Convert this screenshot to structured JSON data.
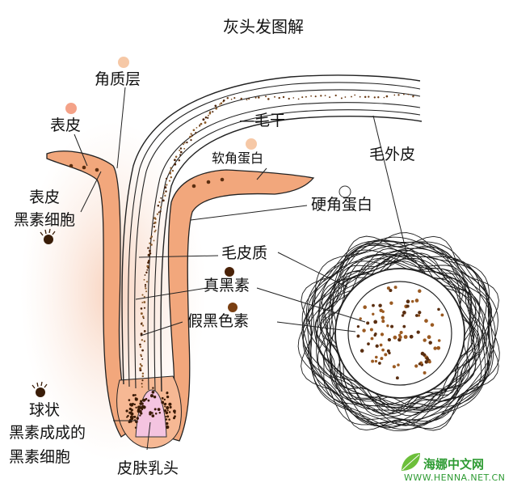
{
  "title": "灰头发图解",
  "labels": {
    "cuticle_stratum": "角质层",
    "epidermis": "表皮",
    "hair_shaft": "毛干",
    "soft_keratin": "软角蛋白",
    "hair_cuticle": "毛外皮",
    "epidermal_melanocyte_line1": "表皮",
    "epidermal_melanocyte_line2": "黑素细胞",
    "hard_keratin": "硬角蛋白",
    "cortex": "毛皮质",
    "true_melanin": "真黑素",
    "pheomelanin": "假黑色素",
    "bulb_melanocyte_line1": "球状",
    "bulb_melanocyte_line2": "黑素成成的",
    "bulb_melanocyte_line3": "黑素细胞",
    "dermal_papilla": "皮肤乳头"
  },
  "watermark": {
    "cn": "海娜中文网",
    "en": "WWW.HENNA.NET.CN"
  },
  "colors": {
    "skin": "#f2a77c",
    "skin_light": "#f8d2bb",
    "papilla": "#f4c4e0",
    "pigment": "#5a2e10",
    "swatch_peach": "#f6c8a6",
    "swatch_salmon": "#f4a288",
    "swatch_white": "#ffffff"
  }
}
